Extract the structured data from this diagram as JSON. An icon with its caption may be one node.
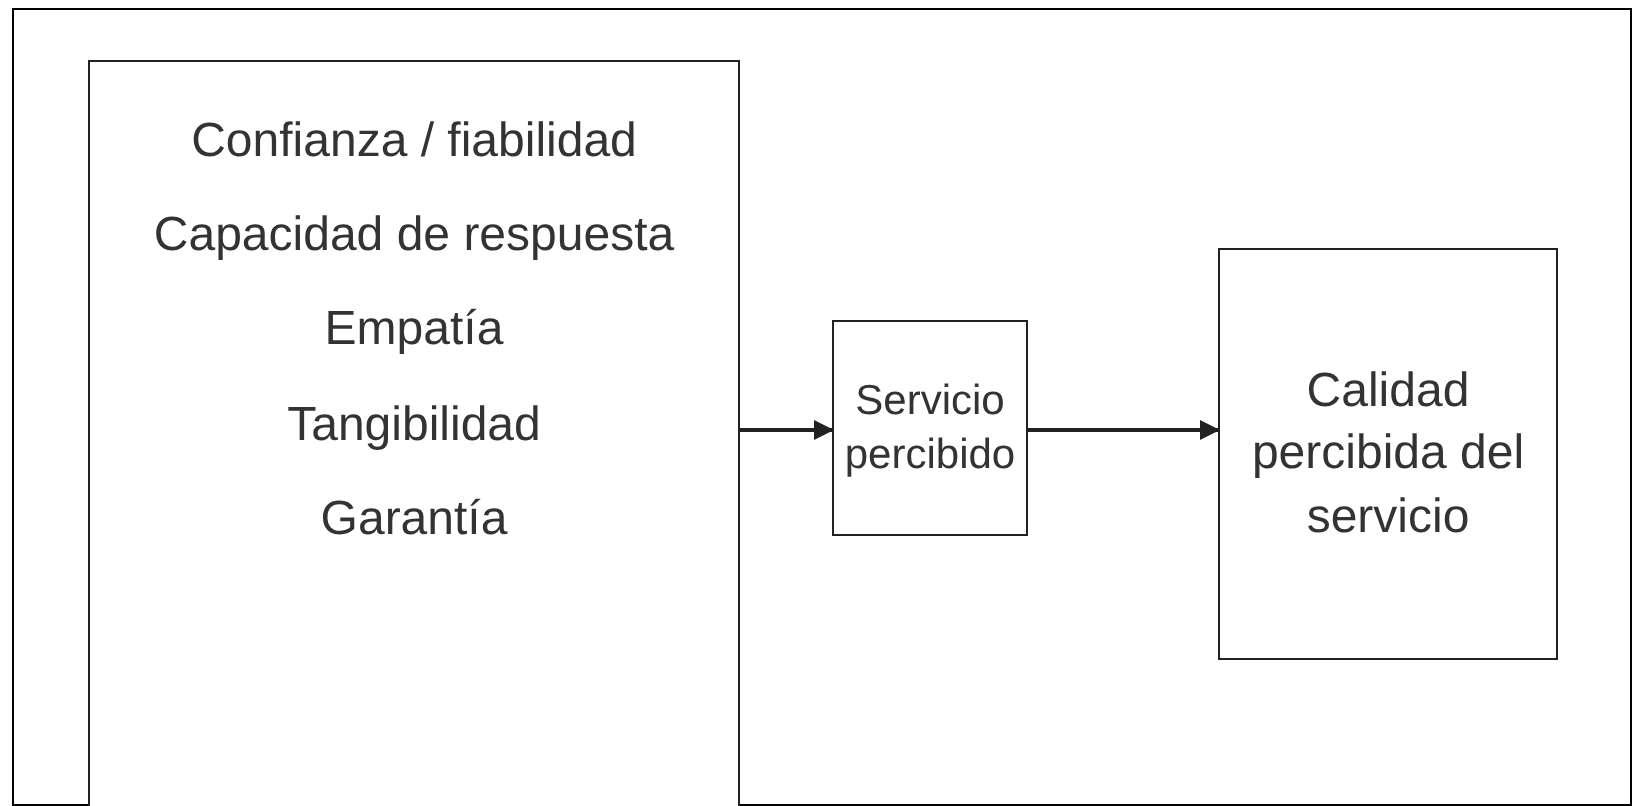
{
  "diagram": {
    "nodes": [
      {
        "text": [
          "Confianza / fiabilidad",
          "Capacidad de respuesta",
          "Empatía",
          "Tangibilidad",
          "Garantía"
        ]
      },
      {
        "text": [
          "Servicio percibido"
        ]
      },
      {
        "text": [
          "Calidad percibida del servicio"
        ]
      }
    ],
    "edges": [
      {
        "from": 0,
        "to": 1,
        "arrow": "to"
      },
      {
        "from": 1,
        "to": 2,
        "arrow": "to"
      }
    ]
  }
}
